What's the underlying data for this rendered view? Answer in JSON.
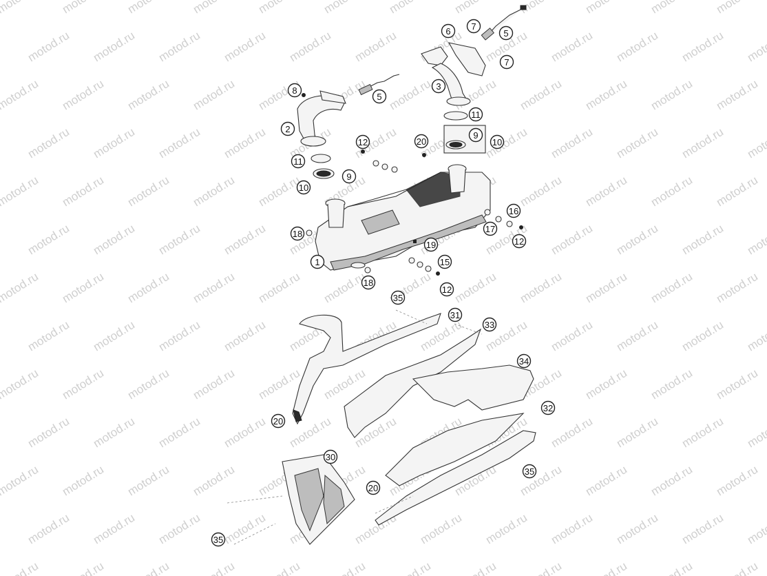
{
  "watermark": {
    "text": "motod.ru"
  },
  "callouts": [
    {
      "num": "1"
    },
    {
      "num": "2"
    },
    {
      "num": "3"
    },
    {
      "num": "5"
    },
    {
      "num": "5"
    },
    {
      "num": "6"
    },
    {
      "num": "7"
    },
    {
      "num": "7"
    },
    {
      "num": "8"
    },
    {
      "num": "9"
    },
    {
      "num": "9"
    },
    {
      "num": "10"
    },
    {
      "num": "10"
    },
    {
      "num": "11"
    },
    {
      "num": "11"
    },
    {
      "num": "12"
    },
    {
      "num": "12"
    },
    {
      "num": "12"
    },
    {
      "num": "15"
    },
    {
      "num": "16"
    },
    {
      "num": "17"
    },
    {
      "num": "18"
    },
    {
      "num": "18"
    },
    {
      "num": "19"
    },
    {
      "num": "20"
    },
    {
      "num": "20"
    },
    {
      "num": "20"
    },
    {
      "num": "30"
    },
    {
      "num": "31"
    },
    {
      "num": "32"
    },
    {
      "num": "33"
    },
    {
      "num": "34"
    },
    {
      "num": "35"
    },
    {
      "num": "35"
    },
    {
      "num": "35"
    }
  ]
}
